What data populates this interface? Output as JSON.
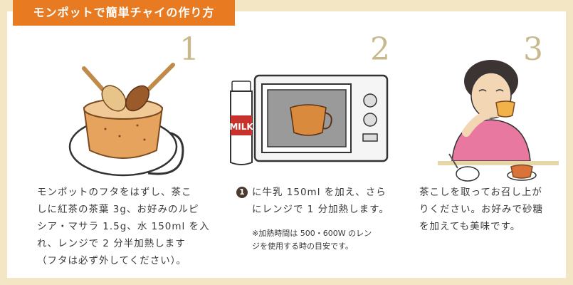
{
  "header": {
    "title": "モンポットで簡単チャイの作り方"
  },
  "steps": [
    {
      "number": "1",
      "illustration": "teapot-with-spoons-illustration",
      "lines": [
        "モンポットのフタをはずし、茶こ",
        "しに紅茶の茶葉 3g、お好みのルピ",
        "シア・マサラ 1.5g、水 150ml を入",
        "れ、レンジで 2 分半加熱します",
        "（フタは必ず外してください）。"
      ]
    },
    {
      "number": "2",
      "illustration": "microwave-and-milk-bottle-illustration",
      "bullet": "1",
      "lines": [
        "に牛乳 150ml を加え、さら",
        "にレンジで 1 分加熱します。"
      ],
      "note_lines": [
        "※加熱時間は 500・600W のレン",
        "ジを使用する時の目安です。"
      ]
    },
    {
      "number": "3",
      "illustration": "woman-drinking-tea-illustration",
      "lines": [
        "茶こしを取ってお召し上が",
        "りください。お好みで砂糖",
        "を加えても美味です。"
      ]
    }
  ],
  "colors": {
    "accent": "#e87b22",
    "frame": "#f3e6c4",
    "number": "#c8b98c"
  }
}
